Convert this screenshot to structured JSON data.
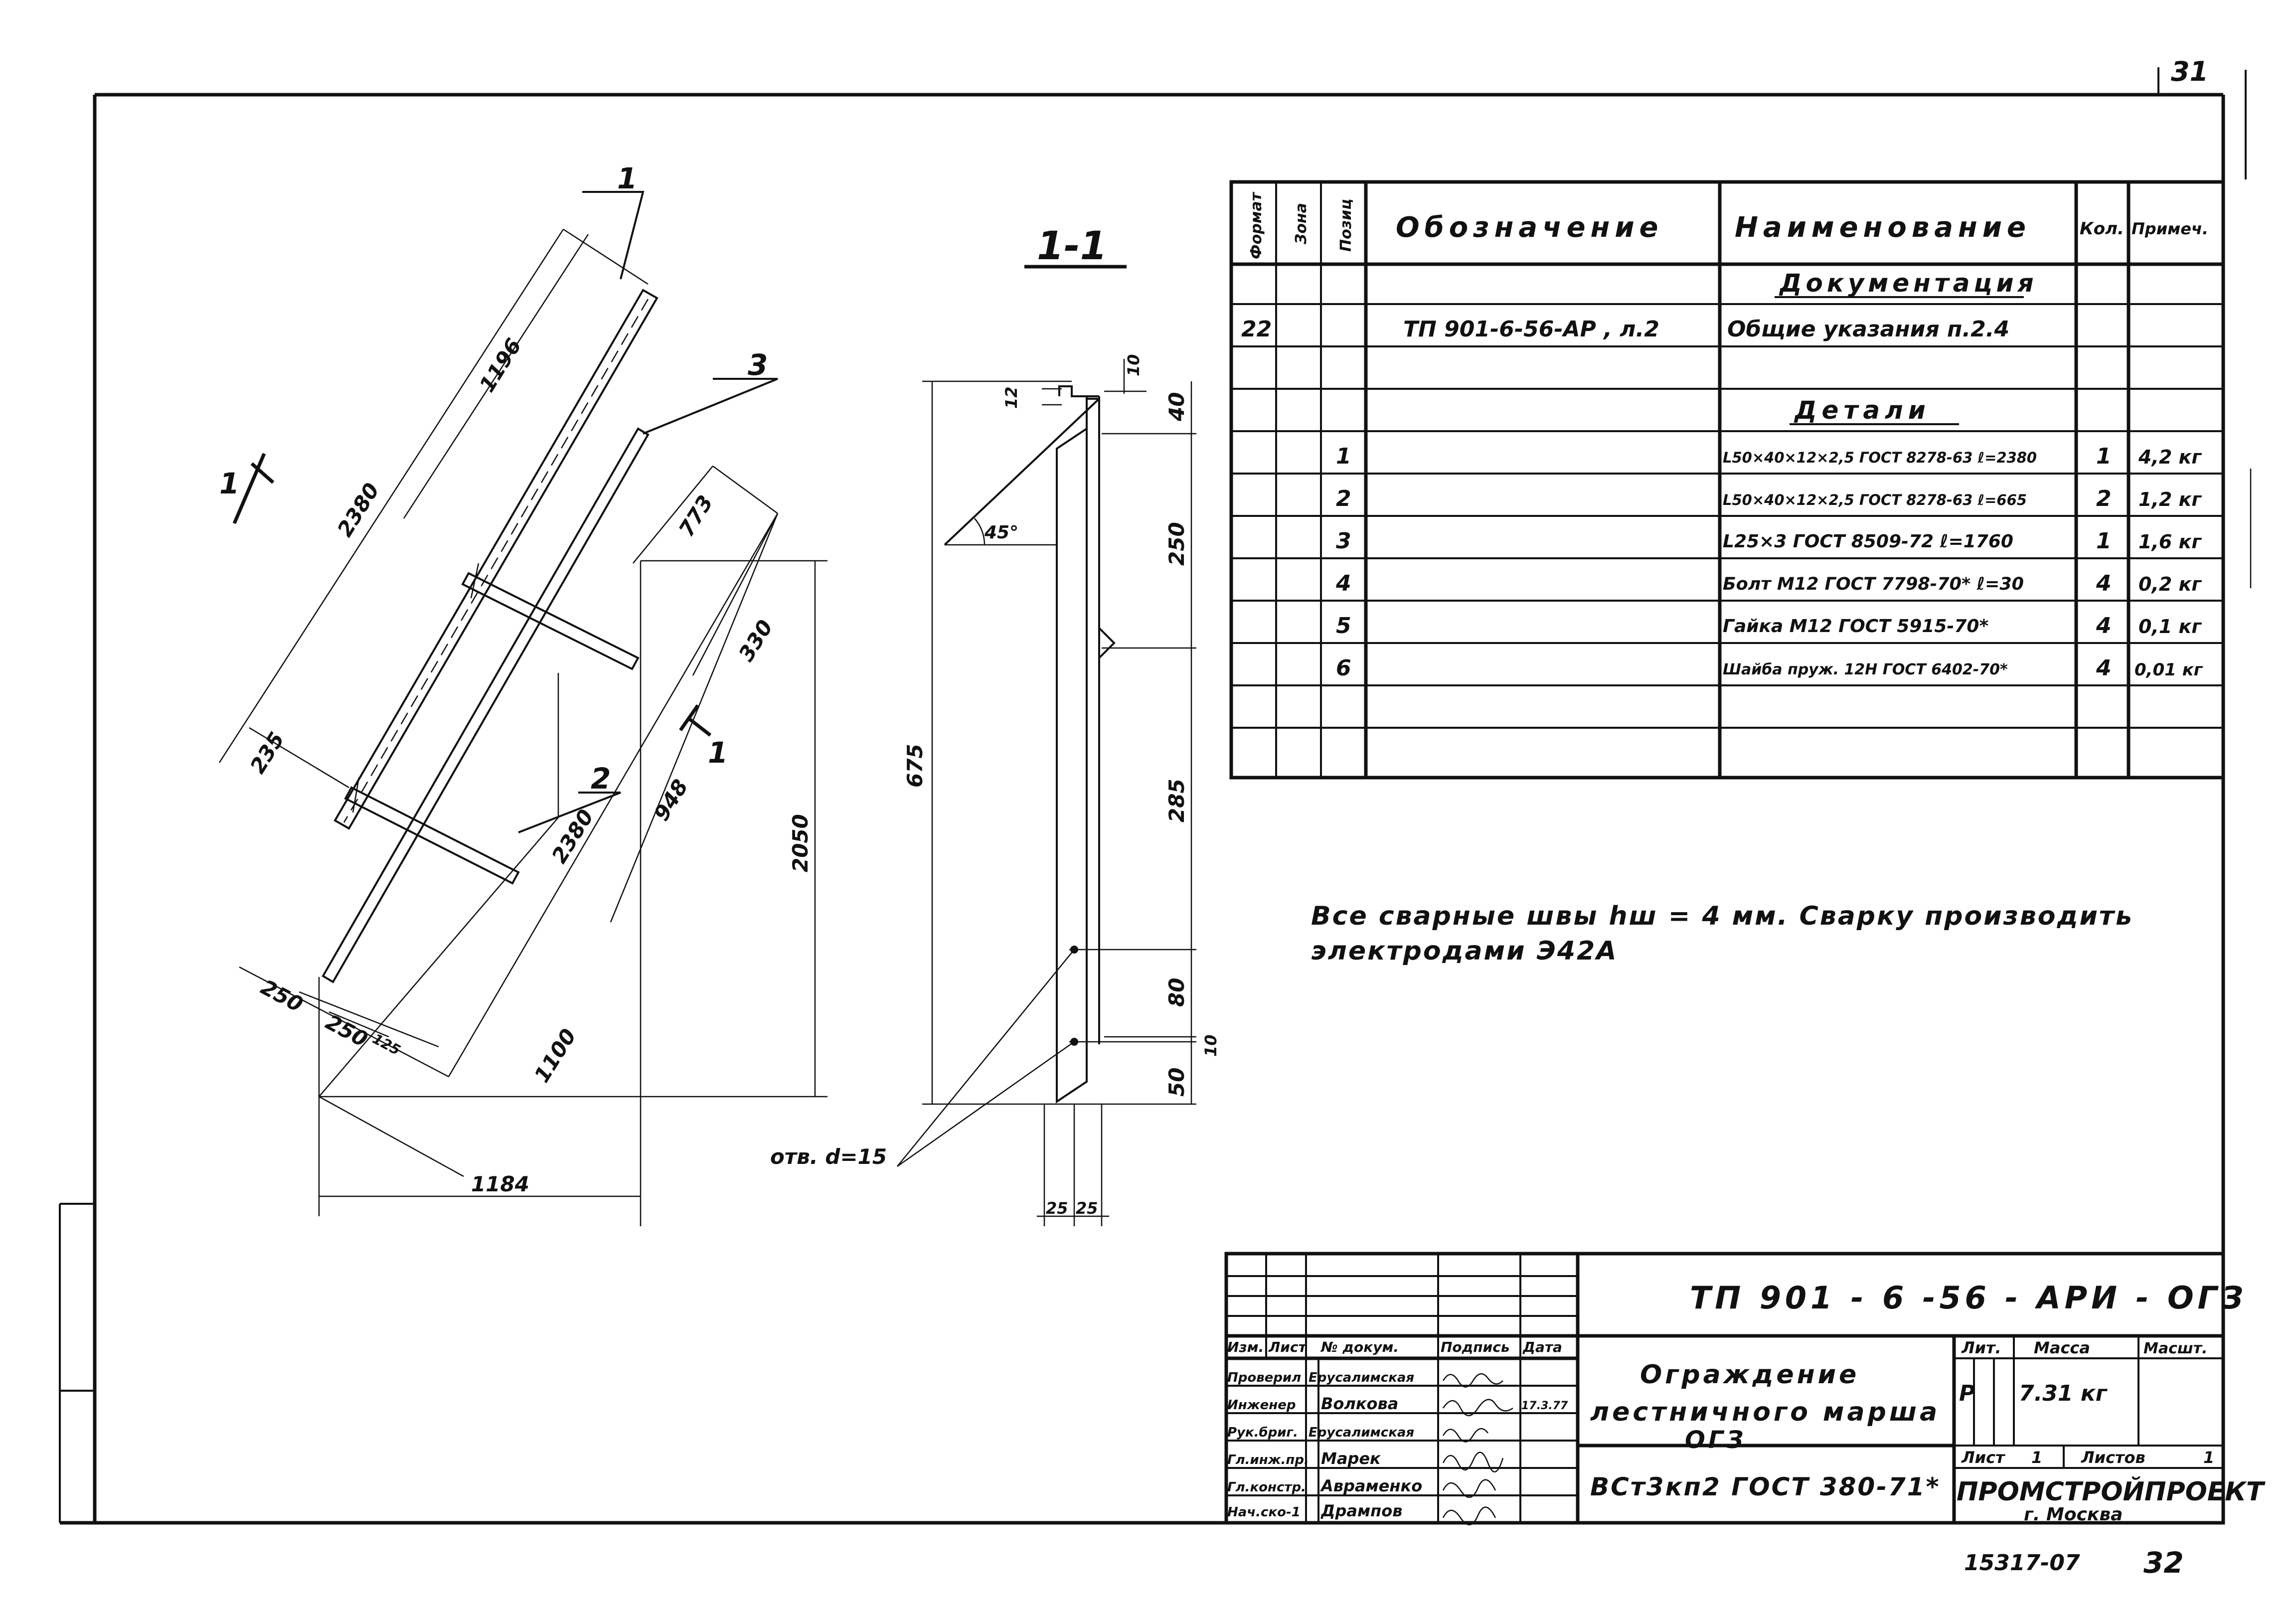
{
  "sheet": {
    "page_number": "31",
    "bottom_number": "32",
    "archive_number": "15317-07"
  },
  "drawing": {
    "leader_labels": [
      "1",
      "2",
      "3"
    ],
    "section_mark": "1",
    "dims_plan": [
      "1196",
      "2380",
      "773",
      "330",
      "235",
      "2380",
      "948",
      "2050",
      "250",
      "250",
      "125",
      "1100",
      "1184"
    ],
    "section": {
      "title": "1-1",
      "angle": "45°",
      "dims_right": [
        "10",
        "12",
        "40",
        "250",
        "285",
        "80",
        "10",
        "50"
      ],
      "dim_height": "675",
      "dims_bottom": [
        "25",
        "25"
      ],
      "hole_label": "отв. d=15"
    }
  },
  "spec_table": {
    "headers": {
      "format": "Формат",
      "zone": "Зона",
      "pos": "Позиц",
      "designation": "Обозначение",
      "name": "Наименование",
      "qty": "Кол.",
      "note": "Примеч."
    },
    "rows": [
      {
        "format": "",
        "pos": "",
        "designation": "",
        "name": "Документация",
        "qty": "",
        "note": "",
        "section": true
      },
      {
        "format": "22",
        "pos": "",
        "designation": "ТП 901-6-56-АР , л.2",
        "name": "Общие указания п.2.4",
        "qty": "",
        "note": ""
      },
      {
        "format": "",
        "pos": "",
        "designation": "",
        "name": "",
        "qty": "",
        "note": ""
      },
      {
        "format": "",
        "pos": "",
        "designation": "",
        "name": "Детали",
        "qty": "",
        "note": "",
        "section": true
      },
      {
        "format": "",
        "pos": "1",
        "designation": "",
        "name": "L50×40×12×2,5 ГОСТ 8278-63 ℓ=2380",
        "qty": "1",
        "note": "4,2 кг"
      },
      {
        "format": "",
        "pos": "2",
        "designation": "",
        "name": "L50×40×12×2,5 ГОСТ 8278-63 ℓ=665",
        "qty": "2",
        "note": "1,2 кг"
      },
      {
        "format": "",
        "pos": "3",
        "designation": "",
        "name": "L25×3 ГОСТ 8509-72 ℓ=1760",
        "qty": "1",
        "note": "1,6 кг"
      },
      {
        "format": "",
        "pos": "4",
        "designation": "",
        "name": "Болт М12 ГОСТ 7798-70* ℓ=30",
        "qty": "4",
        "note": "0,2 кг"
      },
      {
        "format": "",
        "pos": "5",
        "designation": "",
        "name": "Гайка М12 ГОСТ 5915-70*",
        "qty": "4",
        "note": "0,1 кг"
      },
      {
        "format": "",
        "pos": "6",
        "designation": "",
        "name": "Шайба пруж. 12Н ГОСТ 6402-70*",
        "qty": "4",
        "note": "0,01 кг"
      },
      {
        "format": "",
        "pos": "",
        "designation": "",
        "name": "",
        "qty": "",
        "note": ""
      },
      {
        "format": "",
        "pos": "",
        "designation": "",
        "name": "",
        "qty": "",
        "note": ""
      }
    ]
  },
  "notes": {
    "line1": "Все сварные швы hш = 4 мм. Сварку производить",
    "line2": "электродами Э42А"
  },
  "title_block": {
    "doc_code": "ТП 901 - 6 -56 - АРИ - ОГЗ",
    "col_headers": [
      "Изм.",
      "Лист",
      "№ докум.",
      "Подпись",
      "Дата"
    ],
    "signers": [
      {
        "role": "Проверил",
        "name": "Ерусалимская",
        "date": ""
      },
      {
        "role": "Инженер",
        "name": "Волкова",
        "date": "17.3.77"
      },
      {
        "role": "Рук.бриг.",
        "name": "Ерусалимская",
        "date": ""
      },
      {
        "role": "Гл.инж.пр.",
        "name": "Марек",
        "date": ""
      },
      {
        "role": "Гл.констр.",
        "name": "Авраменко",
        "date": ""
      },
      {
        "role": "Нач.ско-1",
        "name": "Дрампов",
        "date": ""
      }
    ],
    "name_line1": "Ограждение",
    "name_line2": "лестничного марша",
    "name_line3": "ОГЗ",
    "material": "ВСт3кп2 ГОСТ 380-71*",
    "lit_label": "Лит.",
    "mass_label": "Масса",
    "scale_label": "Масшт.",
    "lit_value": "Р",
    "mass_value": "7.31 кг",
    "sheet_label": "Лист",
    "sheet_value": "1",
    "sheets_label": "Листов",
    "sheets_value": "1",
    "org": "ПРОМСТРОЙПРОЕКТ",
    "city": "г. Москва"
  }
}
